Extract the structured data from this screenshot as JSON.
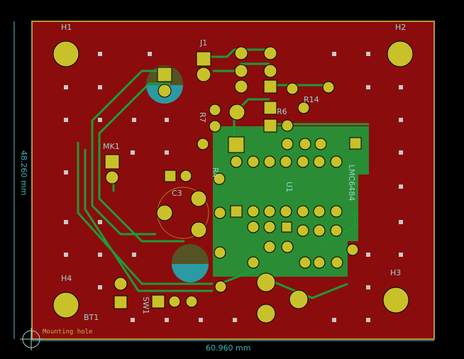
{
  "board": {
    "colors": {
      "background": "#000000",
      "copper_fill": "#8b0c0c",
      "copper_zone": "#1f9a39",
      "trace": "#1f9a39",
      "pad": "#c9c12a",
      "via": "#c8c8c8",
      "dimension": "#4fc3c3",
      "edge": "#d3c34a",
      "electrolytic": "#2b9aa2"
    },
    "labels": {
      "h1": "H1",
      "h2": "H2",
      "h3": "H3",
      "h4": "H4",
      "j1": "J1",
      "mk1": "MK1",
      "bt1": "BT1",
      "c3": "C3",
      "r14": "R14",
      "r6": "R6",
      "r4": "R4",
      "u1": "U1",
      "lmc": "LMC6484",
      "sw1": "SW1",
      "r7": "R7"
    },
    "dimensions": {
      "width": "60.960 mm",
      "height": "48.260 mm"
    },
    "origin_label": "Mounting hole"
  }
}
